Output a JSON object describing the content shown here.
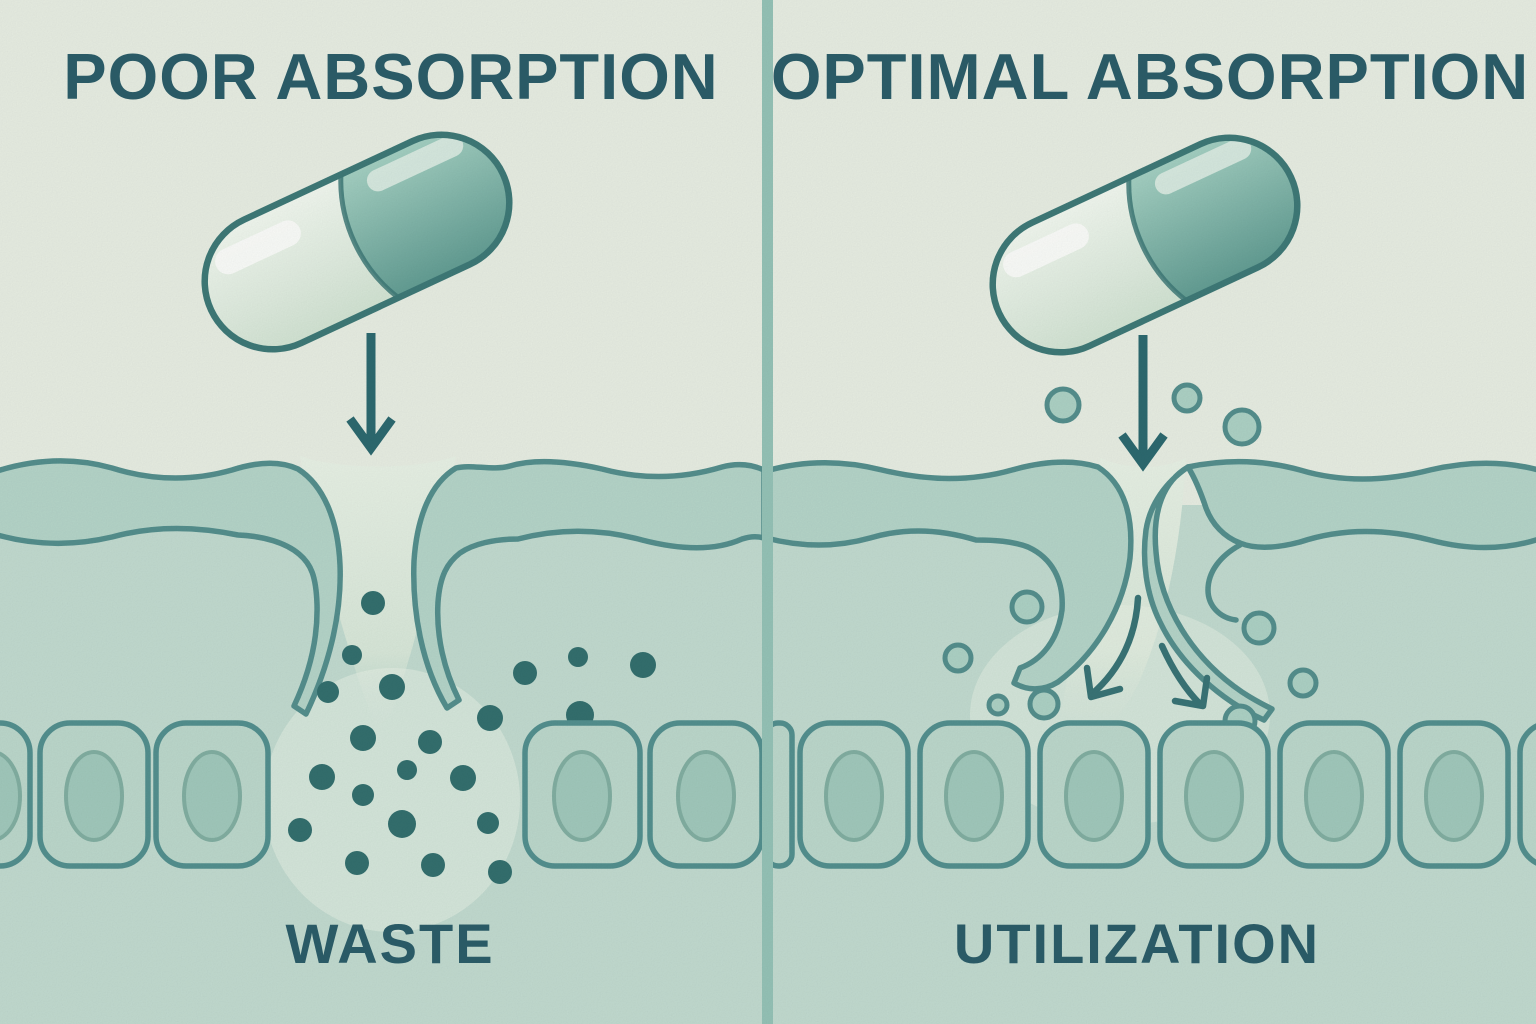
{
  "panels": [
    {
      "id": "poor-absorption",
      "title": "POOR ABSORPTION",
      "result_label": "WASTE"
    },
    {
      "id": "optimal-absorption",
      "title": "OPTIMAL ABSORPTION",
      "result_label": "UTILIZATION"
    }
  ],
  "colors": {
    "bg_top": "#e9efe4",
    "lower": "#c3dcd1",
    "band": "#b6d6ca",
    "stroke": "#55908e",
    "text": "#2c5e6a",
    "arrow": "#2d6a70",
    "arrow2": "#3a7577",
    "dot": "#34706f",
    "cell_fill": "#bdd9cd",
    "cell_stroke": "#549190",
    "nucleus_fill": "#a2cabd",
    "nucleus_stroke": "#83b0a3",
    "capsule_outline": "#3f7a78",
    "capsule_light_1": "#f3f9f1",
    "capsule_light_2": "#d3e5d4",
    "capsule_teal_1": "#a6d2c4",
    "capsule_teal_2": "#639e94",
    "particle_fill": "#aed3c6",
    "particle_stroke": "#55908e",
    "divider": "#96c4b8",
    "glow": "#eaf3e7"
  }
}
